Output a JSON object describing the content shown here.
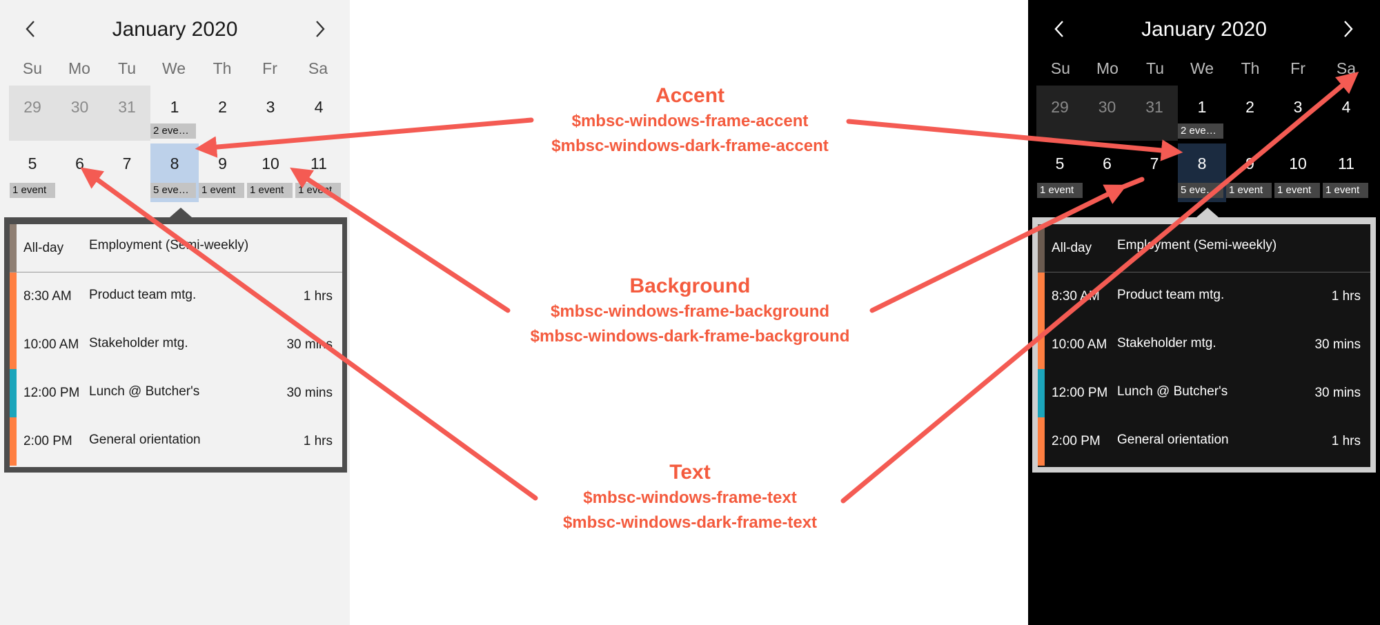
{
  "light_calendar": {
    "title": "January 2020",
    "weekdays": [
      "Su",
      "Mo",
      "Tu",
      "We",
      "Th",
      "Fr",
      "Sa"
    ],
    "week1": [
      "29",
      "30",
      "31",
      "1",
      "2",
      "3",
      "4"
    ],
    "week2": [
      "5",
      "6",
      "7",
      "8",
      "9",
      "10",
      "11"
    ],
    "week1_labels": {
      "we": "2 eve…"
    },
    "week2_labels": {
      "su": "1 event",
      "we": "5 eve…",
      "th": "1 event",
      "fr": "1 event",
      "sa": "1 event"
    },
    "events": [
      {
        "time": "All-day",
        "name": "Employment (Semi-weekly)",
        "duration": "",
        "color": "#8f7f73"
      },
      {
        "time": "8:30 AM",
        "name": "Product team mtg.",
        "duration": "1 hrs",
        "color": "#ff7f41"
      },
      {
        "time": "10:00 AM",
        "name": "Stakeholder mtg.",
        "duration": "30 mins",
        "color": "#ff7f41"
      },
      {
        "time": "12:00 PM",
        "name": "Lunch @ Butcher's",
        "duration": "30 mins",
        "color": "#1ba5bb"
      },
      {
        "time": "2:00 PM",
        "name": "General orientation",
        "duration": "1 hrs",
        "color": "#ff7f41"
      }
    ]
  },
  "dark_calendar": {
    "title": "January 2020",
    "weekdays": [
      "Su",
      "Mo",
      "Tu",
      "We",
      "Th",
      "Fr",
      "Sa"
    ],
    "week1": [
      "29",
      "30",
      "31",
      "1",
      "2",
      "3",
      "4"
    ],
    "week2": [
      "5",
      "6",
      "7",
      "8",
      "9",
      "10",
      "11"
    ],
    "week1_labels": {
      "we": "2 eve…"
    },
    "week2_labels": {
      "su": "1 event",
      "we": "5 eve…",
      "th": "1 event",
      "fr": "1 event",
      "sa": "1 event"
    },
    "events": [
      {
        "time": "All-day",
        "name": "Employment (Semi-weekly)",
        "duration": "",
        "color": "#6a5a4f"
      },
      {
        "time": "8:30 AM",
        "name": "Product team mtg.",
        "duration": "1 hrs",
        "color": "#ff7f41"
      },
      {
        "time": "10:00 AM",
        "name": "Stakeholder mtg.",
        "duration": "30 mins",
        "color": "#ff7f41"
      },
      {
        "time": "12:00 PM",
        "name": "Lunch @ Butcher's",
        "duration": "30 mins",
        "color": "#1ba5bb"
      },
      {
        "time": "2:00 PM",
        "name": "General orientation",
        "duration": "1 hrs",
        "color": "#ff7f41"
      }
    ]
  },
  "annotations": {
    "accent": {
      "heading": "Accent",
      "var1": "$mbsc-windows-frame-accent",
      "var2": "$mbsc-windows-dark-frame-accent"
    },
    "background": {
      "heading": "Background",
      "var1": "$mbsc-windows-frame-background",
      "var2": "$mbsc-windows-dark-frame-background"
    },
    "text": {
      "heading": "Text",
      "var1": "$mbsc-windows-frame-text",
      "var2": "$mbsc-windows-dark-frame-text"
    }
  },
  "colors": {
    "annotation": "#f45b3e",
    "arrow": "#f45b53"
  }
}
